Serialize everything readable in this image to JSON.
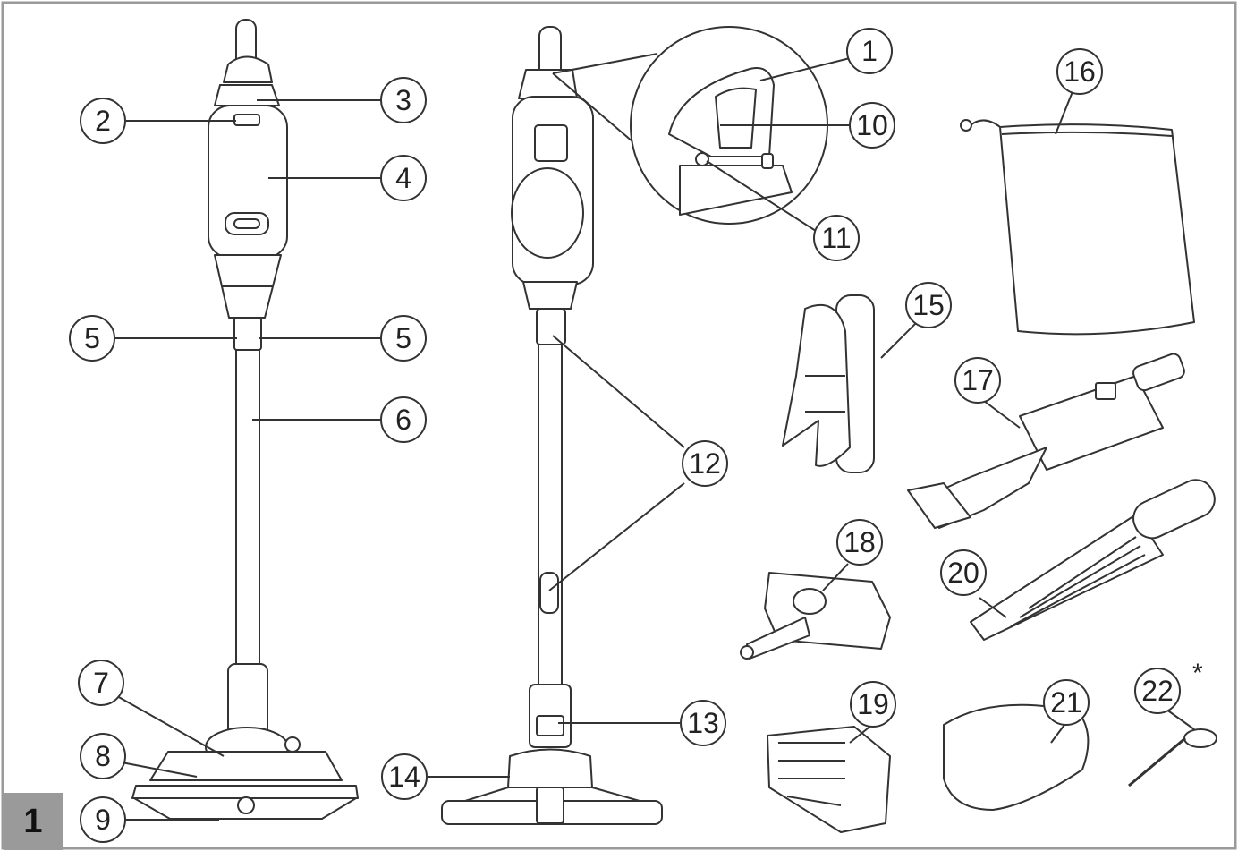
{
  "figure_number": "1",
  "callouts": {
    "c1": "1",
    "c2": "2",
    "c3": "3",
    "c4": "4",
    "c5a": "5",
    "c5b": "5",
    "c6": "6",
    "c7": "7",
    "c8": "8",
    "c9": "9",
    "c10": "10",
    "c11": "11",
    "c12": "12",
    "c13": "13",
    "c14": "14",
    "c15": "15",
    "c16": "16",
    "c17": "17",
    "c18": "18",
    "c19": "19",
    "c20": "20",
    "c21": "21",
    "c22": "22"
  },
  "footnote_marker": "*"
}
